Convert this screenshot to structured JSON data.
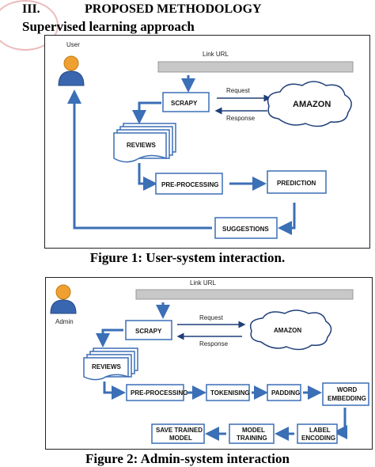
{
  "section": {
    "number": "III.",
    "title": "PROPOSED METHODOLOGY",
    "subtitle": "Supervised learning approach"
  },
  "figure1": {
    "caption": "Figure 1: User-system interaction.",
    "actor_label": "User",
    "link_url_label": "Link URL",
    "scrapy": "SCRAPY",
    "request": "Request",
    "response": "Response",
    "amazon": "AMAZON",
    "reviews": "REVIEWS",
    "preprocessing": "PRE-PROCESSING",
    "prediction": "PREDICTION",
    "suggestions": "SUGGESTIONS"
  },
  "figure2": {
    "caption": "Figure 2: Admin-system interaction",
    "actor_label": "Admin",
    "link_url_label": "Link URL",
    "scrapy": "SCRAPY",
    "request": "Request",
    "response": "Response",
    "amazon": "AMAZON",
    "reviews": "REVIEWS",
    "preprocessing": "PRE-PROCESSING",
    "tokenising": "TOKENISING",
    "padding": "PADDING",
    "word_embedding_1": "WORD",
    "word_embedding_2": "EMBEDDING",
    "label_encoding_1": "LABEL",
    "label_encoding_2": "ENCODING",
    "model_training_1": "MODEL",
    "model_training_2": "TRAINING",
    "save_model_1": "SAVE TRAINED",
    "save_model_2": "MODEL"
  },
  "colors": {
    "arrow": "#3b6fb6",
    "box_border": "#3b6fb6",
    "actor_head": "#f0a030",
    "actor_body": "#3a66b0"
  }
}
